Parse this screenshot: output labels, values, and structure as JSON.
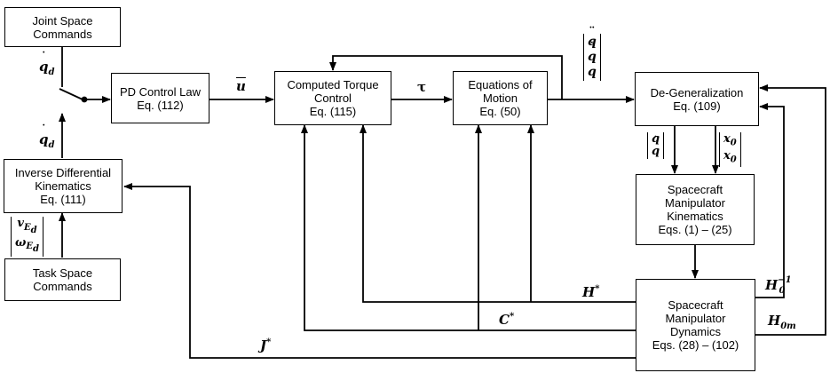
{
  "blocks": {
    "joint_space": [
      "Joint Space",
      "Commands"
    ],
    "inverse_diff": [
      "Inverse Differential",
      "Kinematics",
      "Eq. (111)"
    ],
    "task_space": [
      "Task Space",
      "Commands"
    ],
    "pd_control": [
      "PD Control Law",
      "Eq. (112)"
    ],
    "computed_torque": [
      "Computed Torque",
      "Control",
      "Eq. (115)"
    ],
    "eom": [
      "Equations of",
      "Motion",
      "Eq. (50)"
    ],
    "degeneralization": [
      "De-Generalization",
      "Eq. (109)"
    ],
    "sm_kinematics": [
      "Spacecraft",
      "Manipulator",
      "Kinematics",
      "Eqs. (1) – (25)"
    ],
    "sm_dynamics": [
      "Spacecraft",
      "Manipulator",
      "Dynamics",
      "Eqs. (28) – (102)"
    ]
  },
  "signals": {
    "qd_dot": "q",
    "qd_sub": "d",
    "u_bar": "u",
    "tau": "τ",
    "q": "q",
    "x0": "x",
    "x0_sub": "0",
    "v": "v",
    "omega": "ω",
    "ed_sub_v": "E",
    "ed_sub_w": "E",
    "d_sub": "d",
    "H_star": "H",
    "C_star": "C",
    "J_star": "J",
    "star": "*",
    "H0": "H",
    "H0_inv_sub": "0",
    "H0_inv_sup": "−1",
    "H0m_sub": "0m"
  }
}
